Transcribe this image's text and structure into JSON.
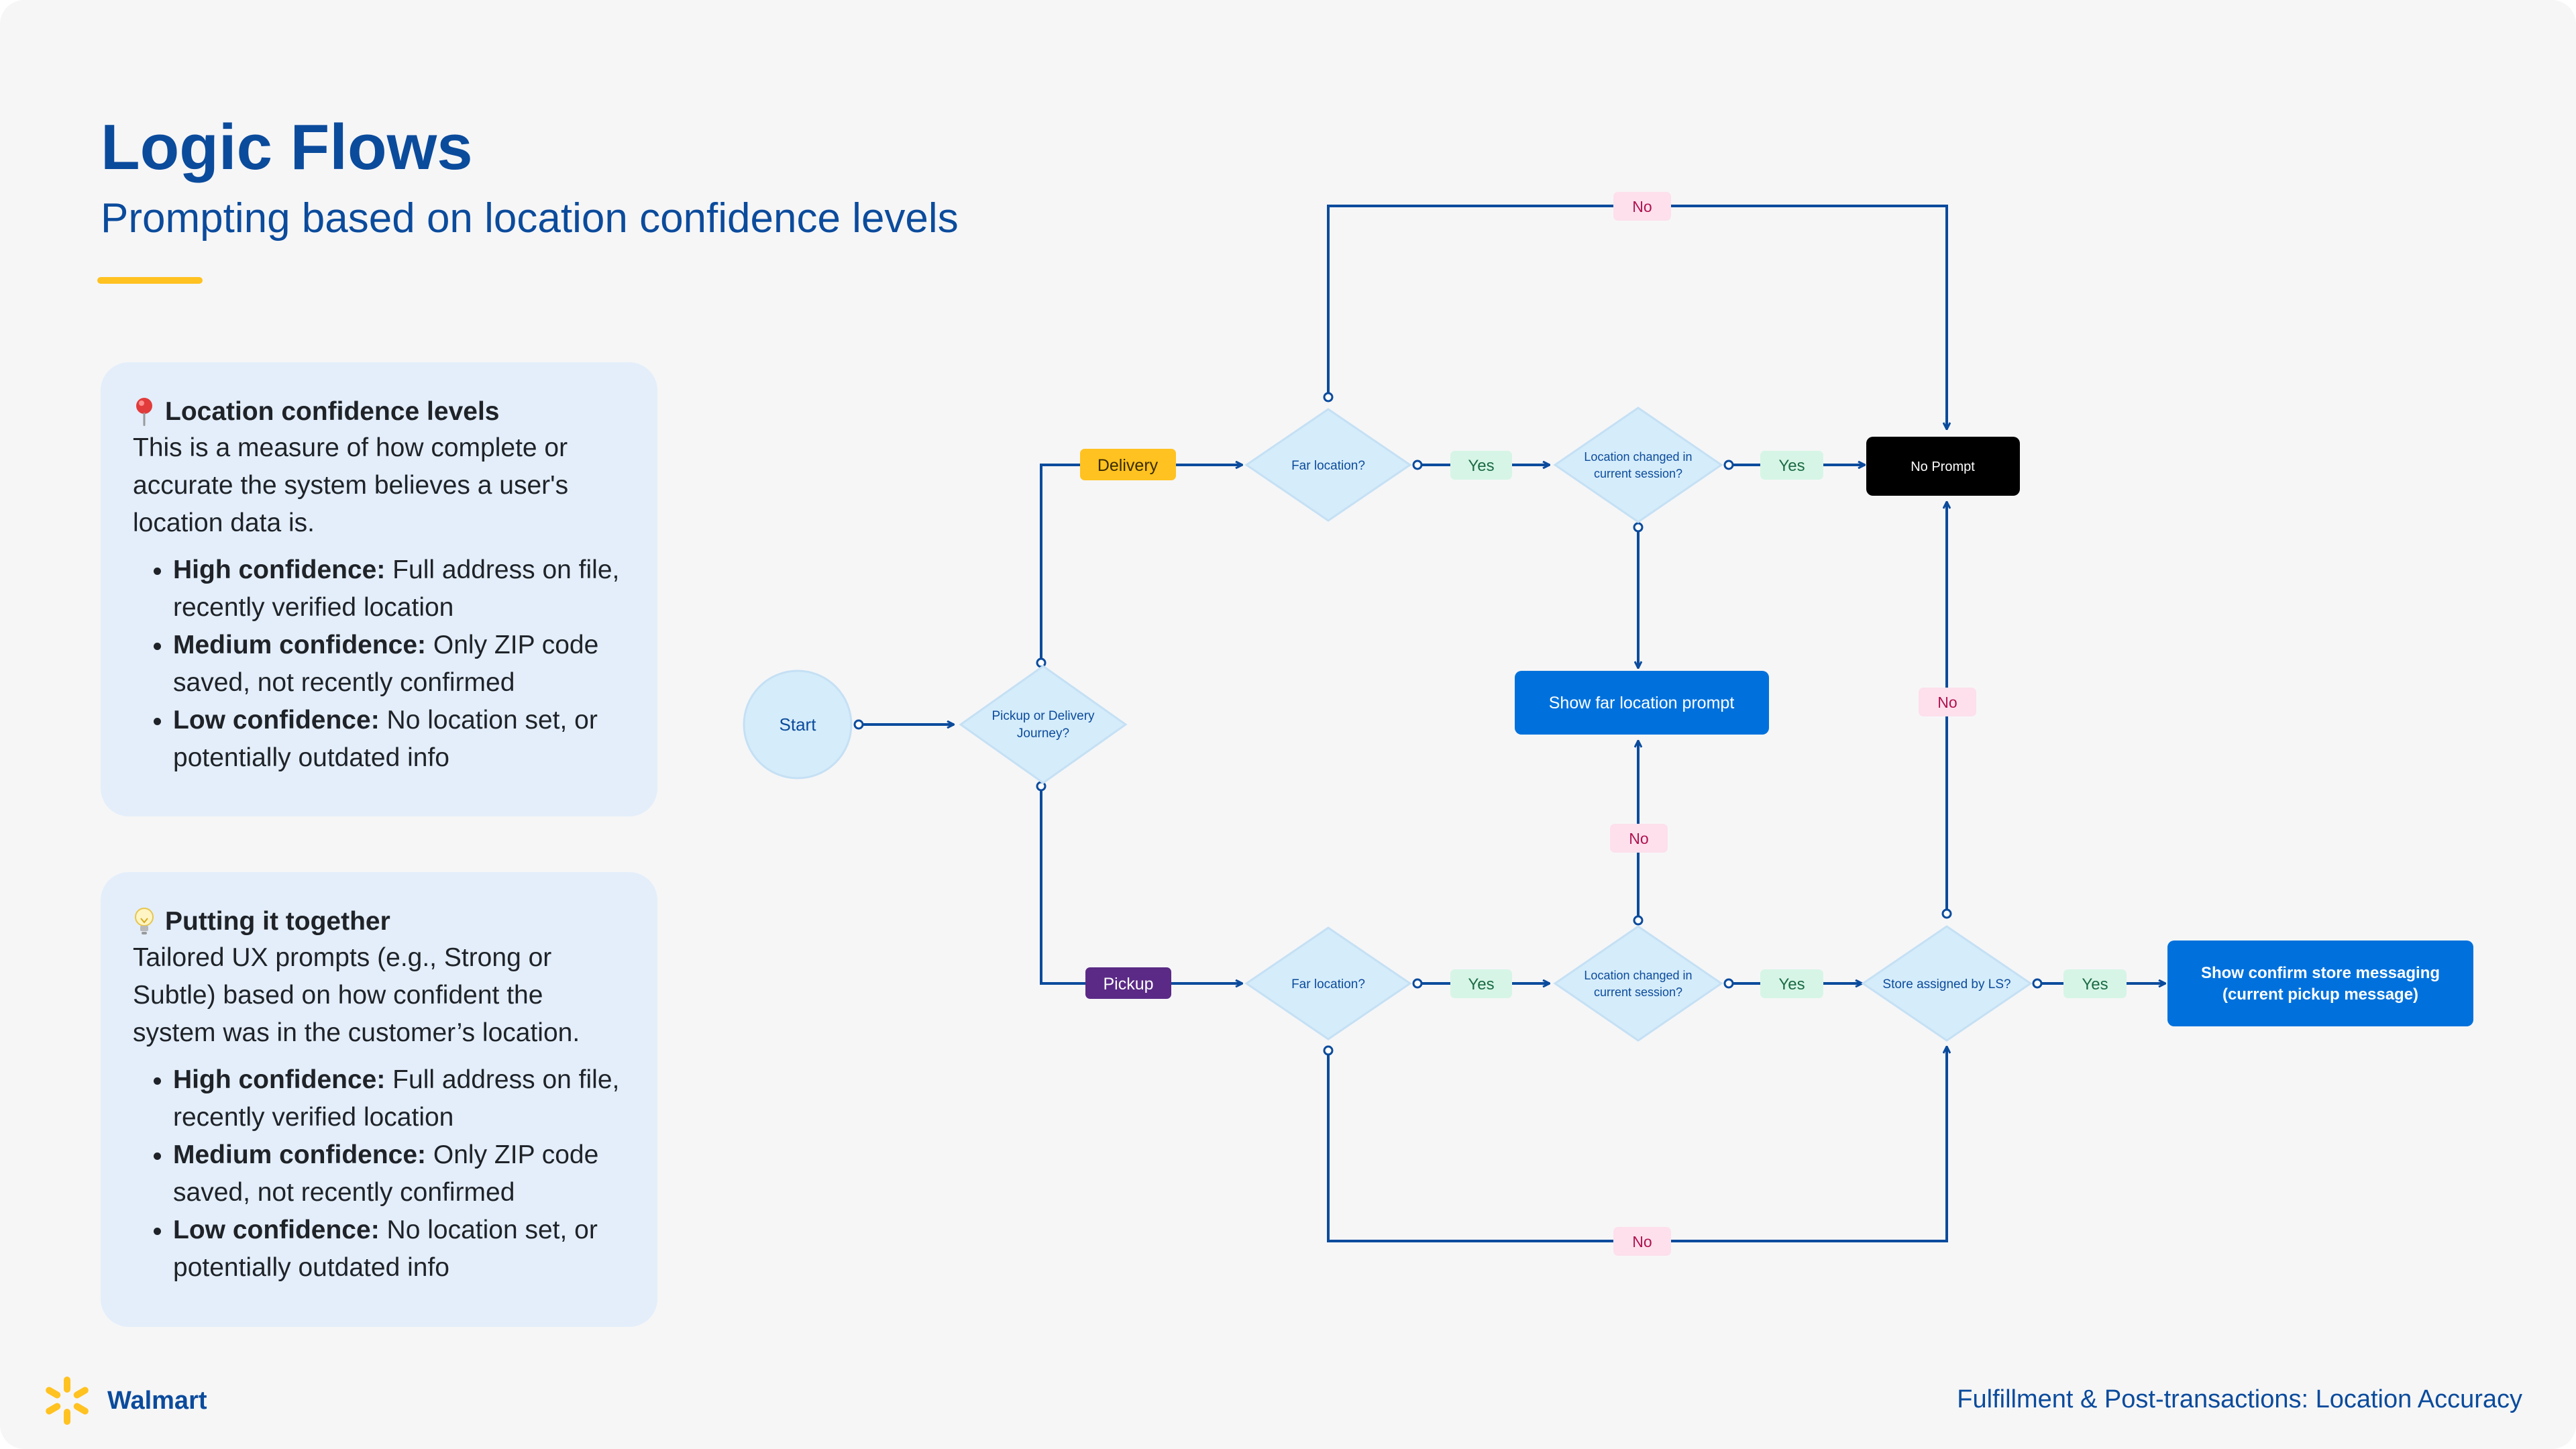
{
  "header": {
    "title": "Logic Flows",
    "subtitle": "Prompting based on location confidence levels"
  },
  "cards": [
    {
      "icon": "pushpin-icon",
      "heading": "Location confidence levels",
      "body": "This is a measure of how complete or accurate the system believes a user's location data is.",
      "bullets": [
        {
          "term": "High confidence:",
          "text": " Full address on file, recently verified location"
        },
        {
          "term": "Medium confidence:",
          "text": " Only ZIP code saved, not recently confirmed"
        },
        {
          "term": "Low confidence:",
          "text": " No location set, or potentially outdated info"
        }
      ]
    },
    {
      "icon": "lightbulb-icon",
      "heading": "Putting it together",
      "body": "Tailored UX prompts (e.g., Strong or Subtle) based on how confident the system was in the customer’s location.",
      "bullets": [
        {
          "term": "High confidence:",
          "text": " Full address on file, recently verified location"
        },
        {
          "term": "Medium confidence:",
          "text": " Only ZIP code saved, not recently confirmed"
        },
        {
          "term": "Low confidence:",
          "text": " No location set, or potentially outdated info"
        }
      ]
    }
  ],
  "flow": {
    "start": "Start",
    "journey_question": [
      "Pickup or Delivery",
      "Journey?"
    ],
    "delivery_tag": "Delivery",
    "pickup_tag": "Pickup",
    "far_location_delivery": "Far location?",
    "far_location_pickup": "Far location?",
    "location_changed_delivery": [
      "Location changed in",
      "current session?"
    ],
    "location_changed_pickup": [
      "Location changed in",
      "current session?"
    ],
    "store_assigned": "Store assigned by LS?",
    "no_prompt": "No Prompt",
    "far_prompt": "Show far location prompt",
    "confirm_store": [
      "Show confirm store messaging",
      "(current pickup message)"
    ],
    "yes_label": "Yes",
    "no_label": "No"
  },
  "colors": {
    "primary_blue": "#0b4b9c",
    "action_blue": "#0071dc",
    "decision_fill": "#d5ecfa",
    "delivery_tag": "#ffc220",
    "pickup_tag": "#5b2a86",
    "yes_tag": "#d6f5e6",
    "no_tag": "#fde0ec",
    "accent_yellow": "#ffc220"
  },
  "footer": {
    "brand": "Walmart",
    "logo": "walmart-spark-icon",
    "section": "Fulfillment & Post-transactions: Location Accuracy"
  }
}
